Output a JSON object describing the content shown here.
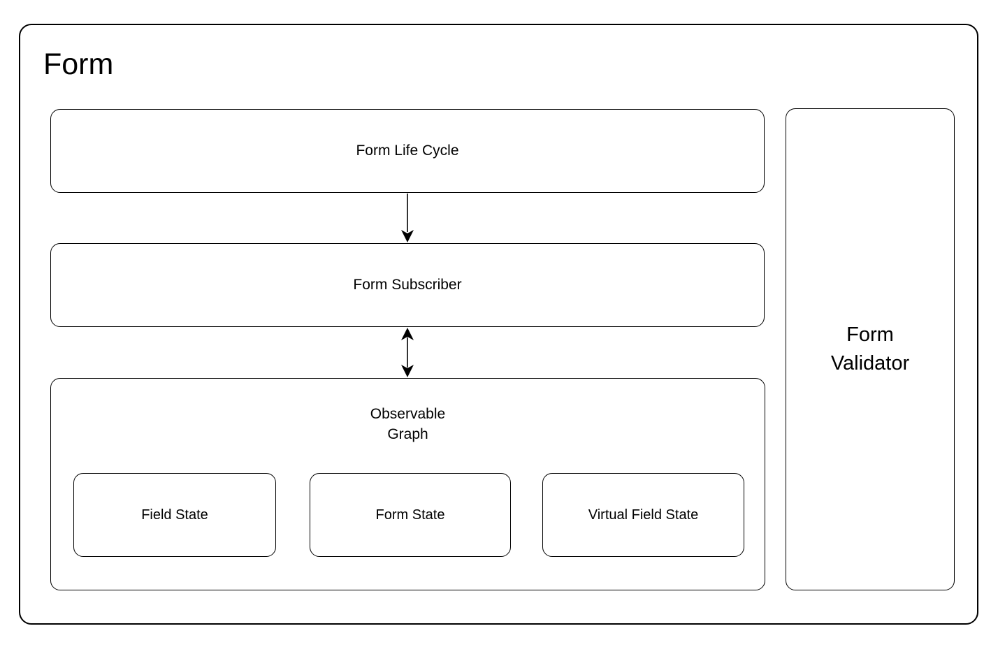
{
  "diagram": {
    "background_color": "#ffffff",
    "stroke_color": "#000000",
    "text_color": "#000000",
    "container": {
      "label": "Form"
    },
    "nodes": {
      "form_life_cycle": {
        "label": "Form Life Cycle"
      },
      "form_subscriber": {
        "label": "Form Subscriber"
      },
      "observable_graph": {
        "label": "Observable\nGraph"
      },
      "field_state": {
        "label": "Field State"
      },
      "form_state": {
        "label": "Form State"
      },
      "virtual_field_state": {
        "label": "Virtual Field State"
      },
      "form_validator": {
        "label": "Form\nValidator"
      }
    },
    "edges": [
      {
        "from": "form_life_cycle",
        "to": "form_subscriber",
        "arrowheads": "end"
      },
      {
        "from": "form_subscriber",
        "to": "observable_graph",
        "arrowheads": "both"
      }
    ]
  }
}
